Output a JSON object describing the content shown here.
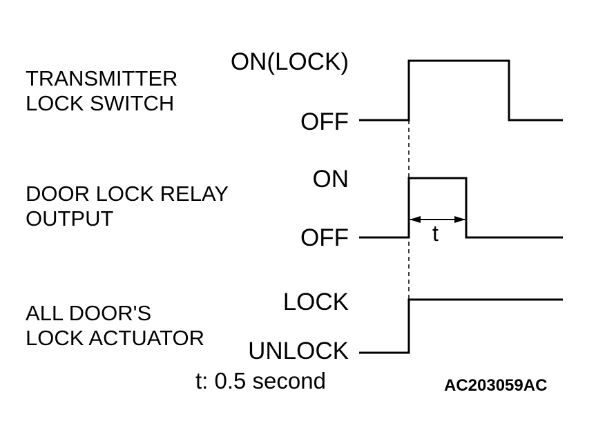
{
  "signals": [
    {
      "label_line1": "TRANSMITTER",
      "label_line2": "LOCK SWITCH",
      "high_state": "ON(LOCK)",
      "low_state": "OFF"
    },
    {
      "label_line1": "DOOR LOCK RELAY",
      "label_line2": "OUTPUT",
      "high_state": "ON",
      "low_state": "OFF"
    },
    {
      "label_line1": "ALL DOOR'S",
      "label_line2": "LOCK ACTUATOR",
      "high_state": "LOCK",
      "low_state": "UNLOCK"
    }
  ],
  "interval_label": "t",
  "note": "t: 0.5 second",
  "figure_code": "AC203059AC"
}
